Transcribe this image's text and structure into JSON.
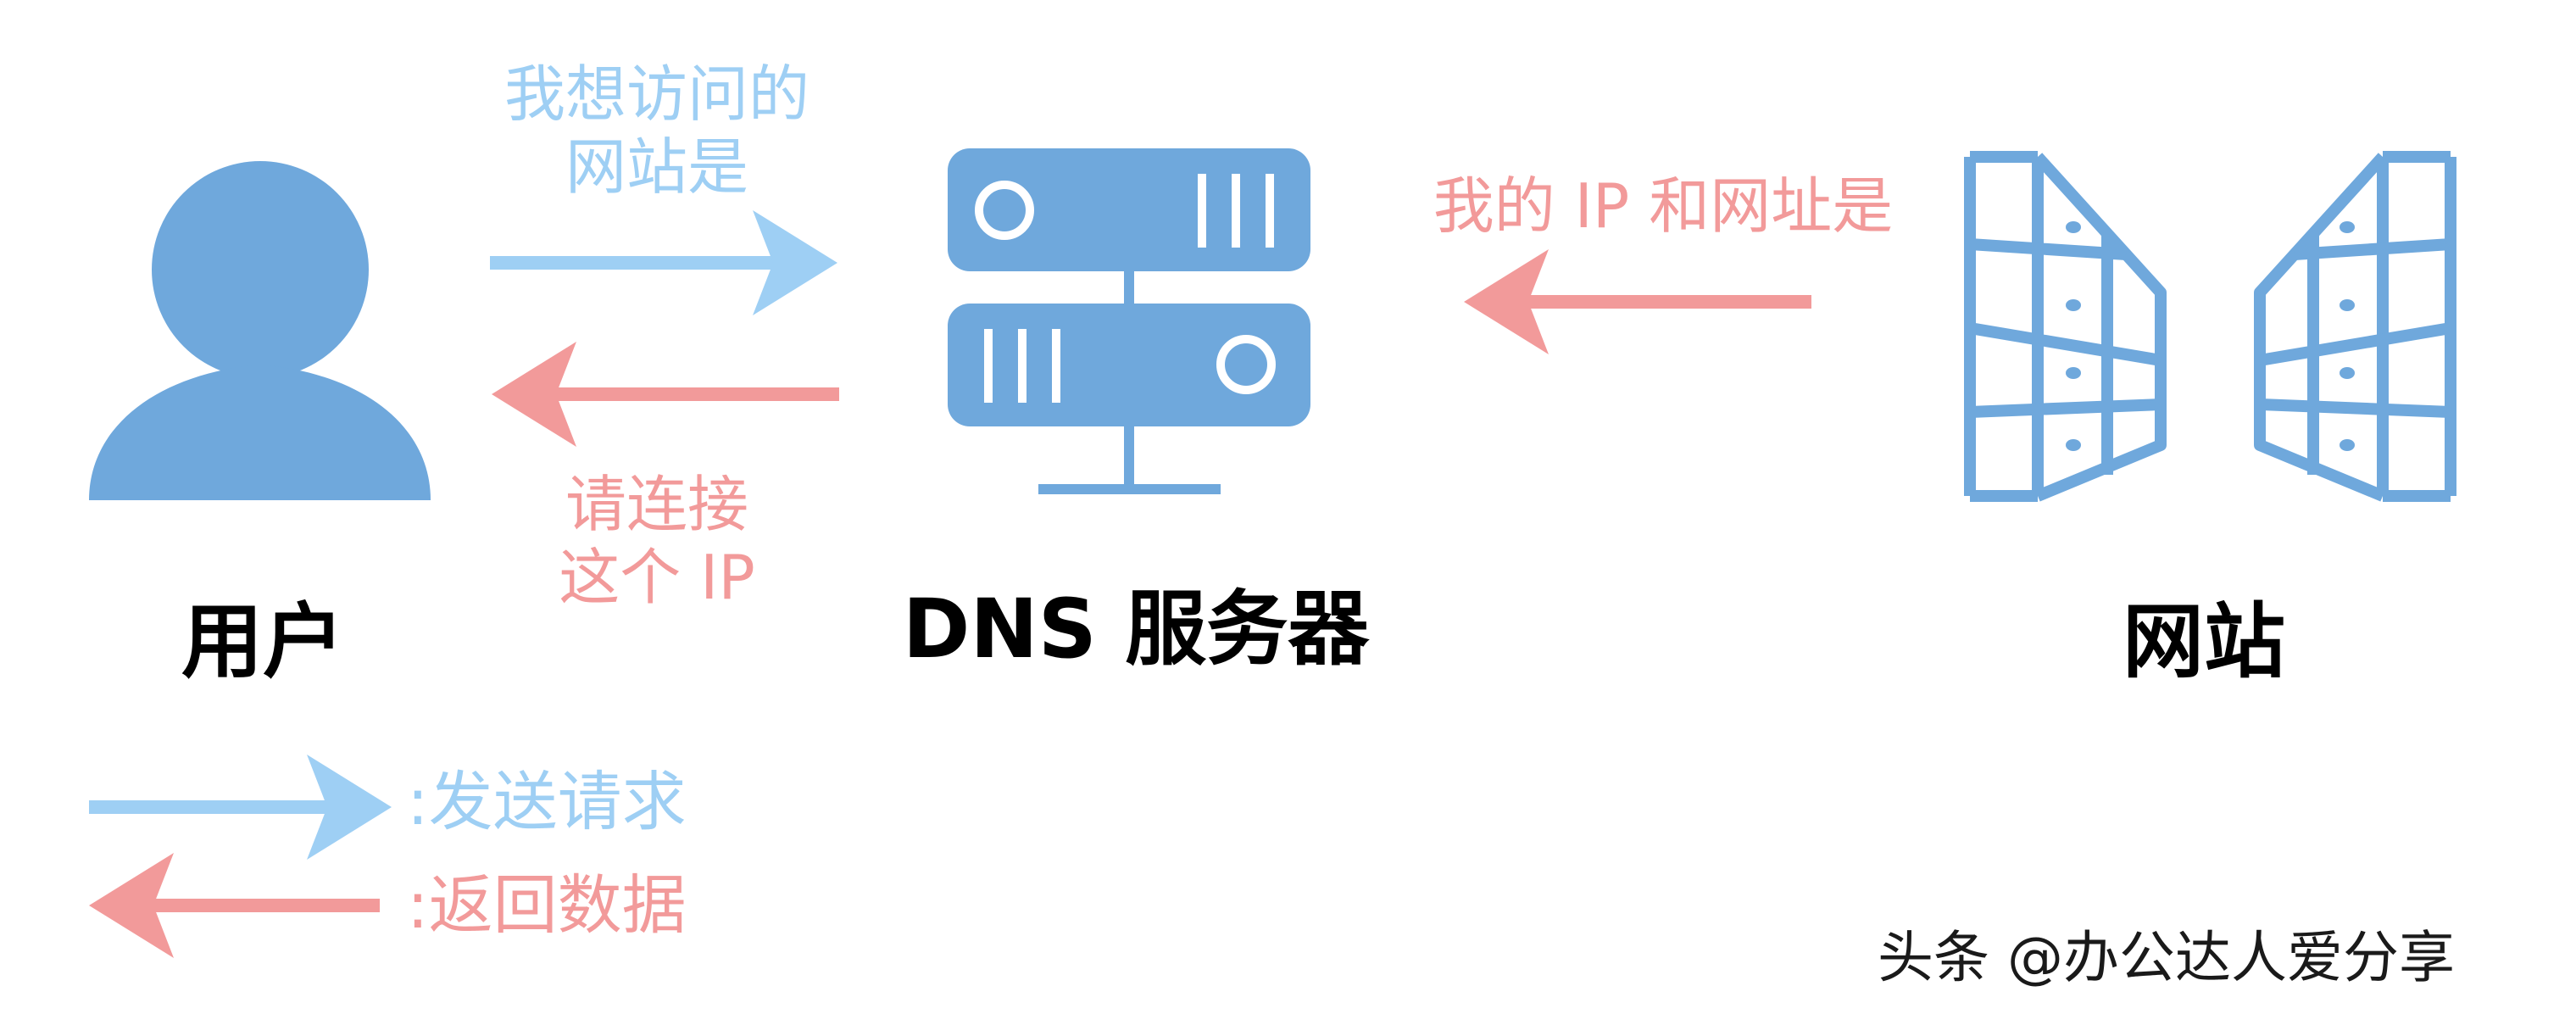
{
  "nodes": {
    "user": "用户",
    "dns": "DNS 服务器",
    "website": "网站"
  },
  "messages": {
    "user_to_dns_line1": "我想访问的",
    "user_to_dns_line2": "网站是",
    "dns_to_user_line1": "请连接",
    "dns_to_user_line2": "这个 IP",
    "website_to_dns": "我的 IP 和网址是"
  },
  "legend": {
    "send": ":发送请求",
    "return": ":返回数据"
  },
  "watermark": "头条 @办公达人爱分享",
  "colors": {
    "request": "#9ecff4",
    "response": "#f29a9a",
    "icon": "#6fa8dc",
    "text": "#000000"
  },
  "icons": {
    "user": "person-icon",
    "dns": "server-icon",
    "website": "website-panels-icon"
  }
}
